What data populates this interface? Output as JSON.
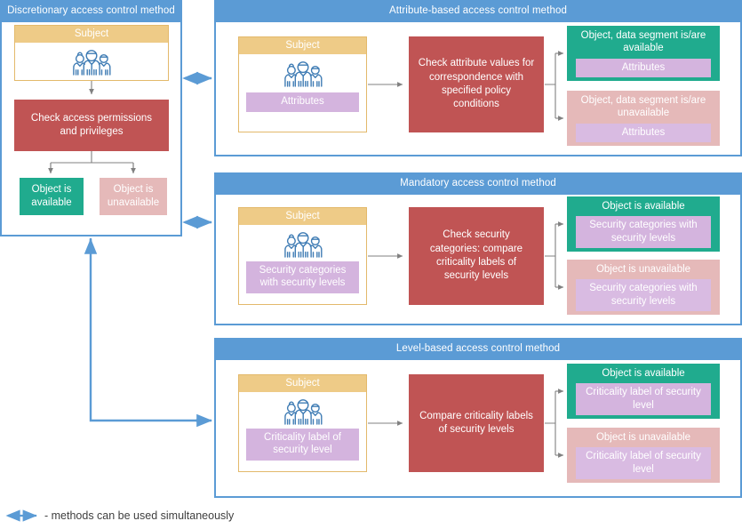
{
  "diagram": {
    "title_note": "Access control methods comparison diagram",
    "colors": {
      "panel_blue": "#5b9bd5",
      "subject_tan": "#eecb87",
      "process_red": "#c05454",
      "available_green": "#20ab8e",
      "unavailable_pink": "#e5b9b9",
      "tag_purple": "#d4b4de",
      "arrow_gray": "#808080",
      "arrow_blue": "#5b9bd5"
    }
  },
  "panels": {
    "dac": {
      "header": "Discretionary access control method",
      "subject": {
        "title": "Subject",
        "icon": "people-group-icon"
      },
      "process": "Check access permissions and privileges",
      "results": {
        "available": "Object is available",
        "unavailable": "Object is unavailable"
      }
    },
    "abac": {
      "header": "Attribute-based access control method",
      "subject": {
        "title": "Subject",
        "icon": "people-group-icon",
        "tag": "Attributes"
      },
      "process": "Check attribute values for correspondence with specified policy conditions",
      "results": {
        "available": {
          "title": "Object, data segment is/are available",
          "tag": "Attributes"
        },
        "unavailable": {
          "title": "Object, data segment is/are unavailable",
          "tag": "Attributes"
        }
      }
    },
    "mac": {
      "header": "Mandatory access control method",
      "subject": {
        "title": "Subject",
        "icon": "people-group-icon",
        "tag": "Security categories with security levels"
      },
      "process": "Check security categories: compare criticality labels of security levels",
      "results": {
        "available": {
          "title": "Object is available",
          "tag": "Security categories with security levels"
        },
        "unavailable": {
          "title": "Object is unavailable",
          "tag": "Security categories with security levels"
        }
      }
    },
    "lbac": {
      "header": "Level-based access control method",
      "subject": {
        "title": "Subject",
        "icon": "people-group-icon",
        "tag": "Criticality label of security level"
      },
      "process": "Compare criticality labels of security levels",
      "results": {
        "available": {
          "title": "Object is available",
          "tag": "Criticality label of security level"
        },
        "unavailable": {
          "title": "Object is unavailable",
          "tag": "Criticality label of security level"
        }
      }
    }
  },
  "legend": {
    "icon": "double-headed-arrow-icon",
    "text": "- methods can be used simultaneously"
  }
}
